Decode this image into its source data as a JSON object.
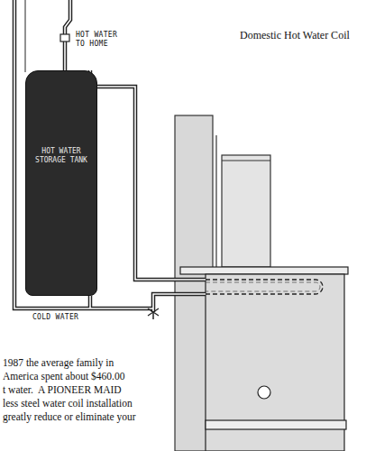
{
  "diagram": {
    "title": "Domestic Hot Water Coil",
    "nodes": [
      {
        "text": [
          "HOT WATER STORAGE TANK"
        ]
      }
    ],
    "labels": [
      "HOT WATER TO HOME",
      "COLD WATER",
      "1987 the average family in",
      "America spent about $460.00",
      "t water.  A PIONEER MAID",
      "less steel water coil installation",
      "greatly reduce or eliminate your"
    ]
  }
}
